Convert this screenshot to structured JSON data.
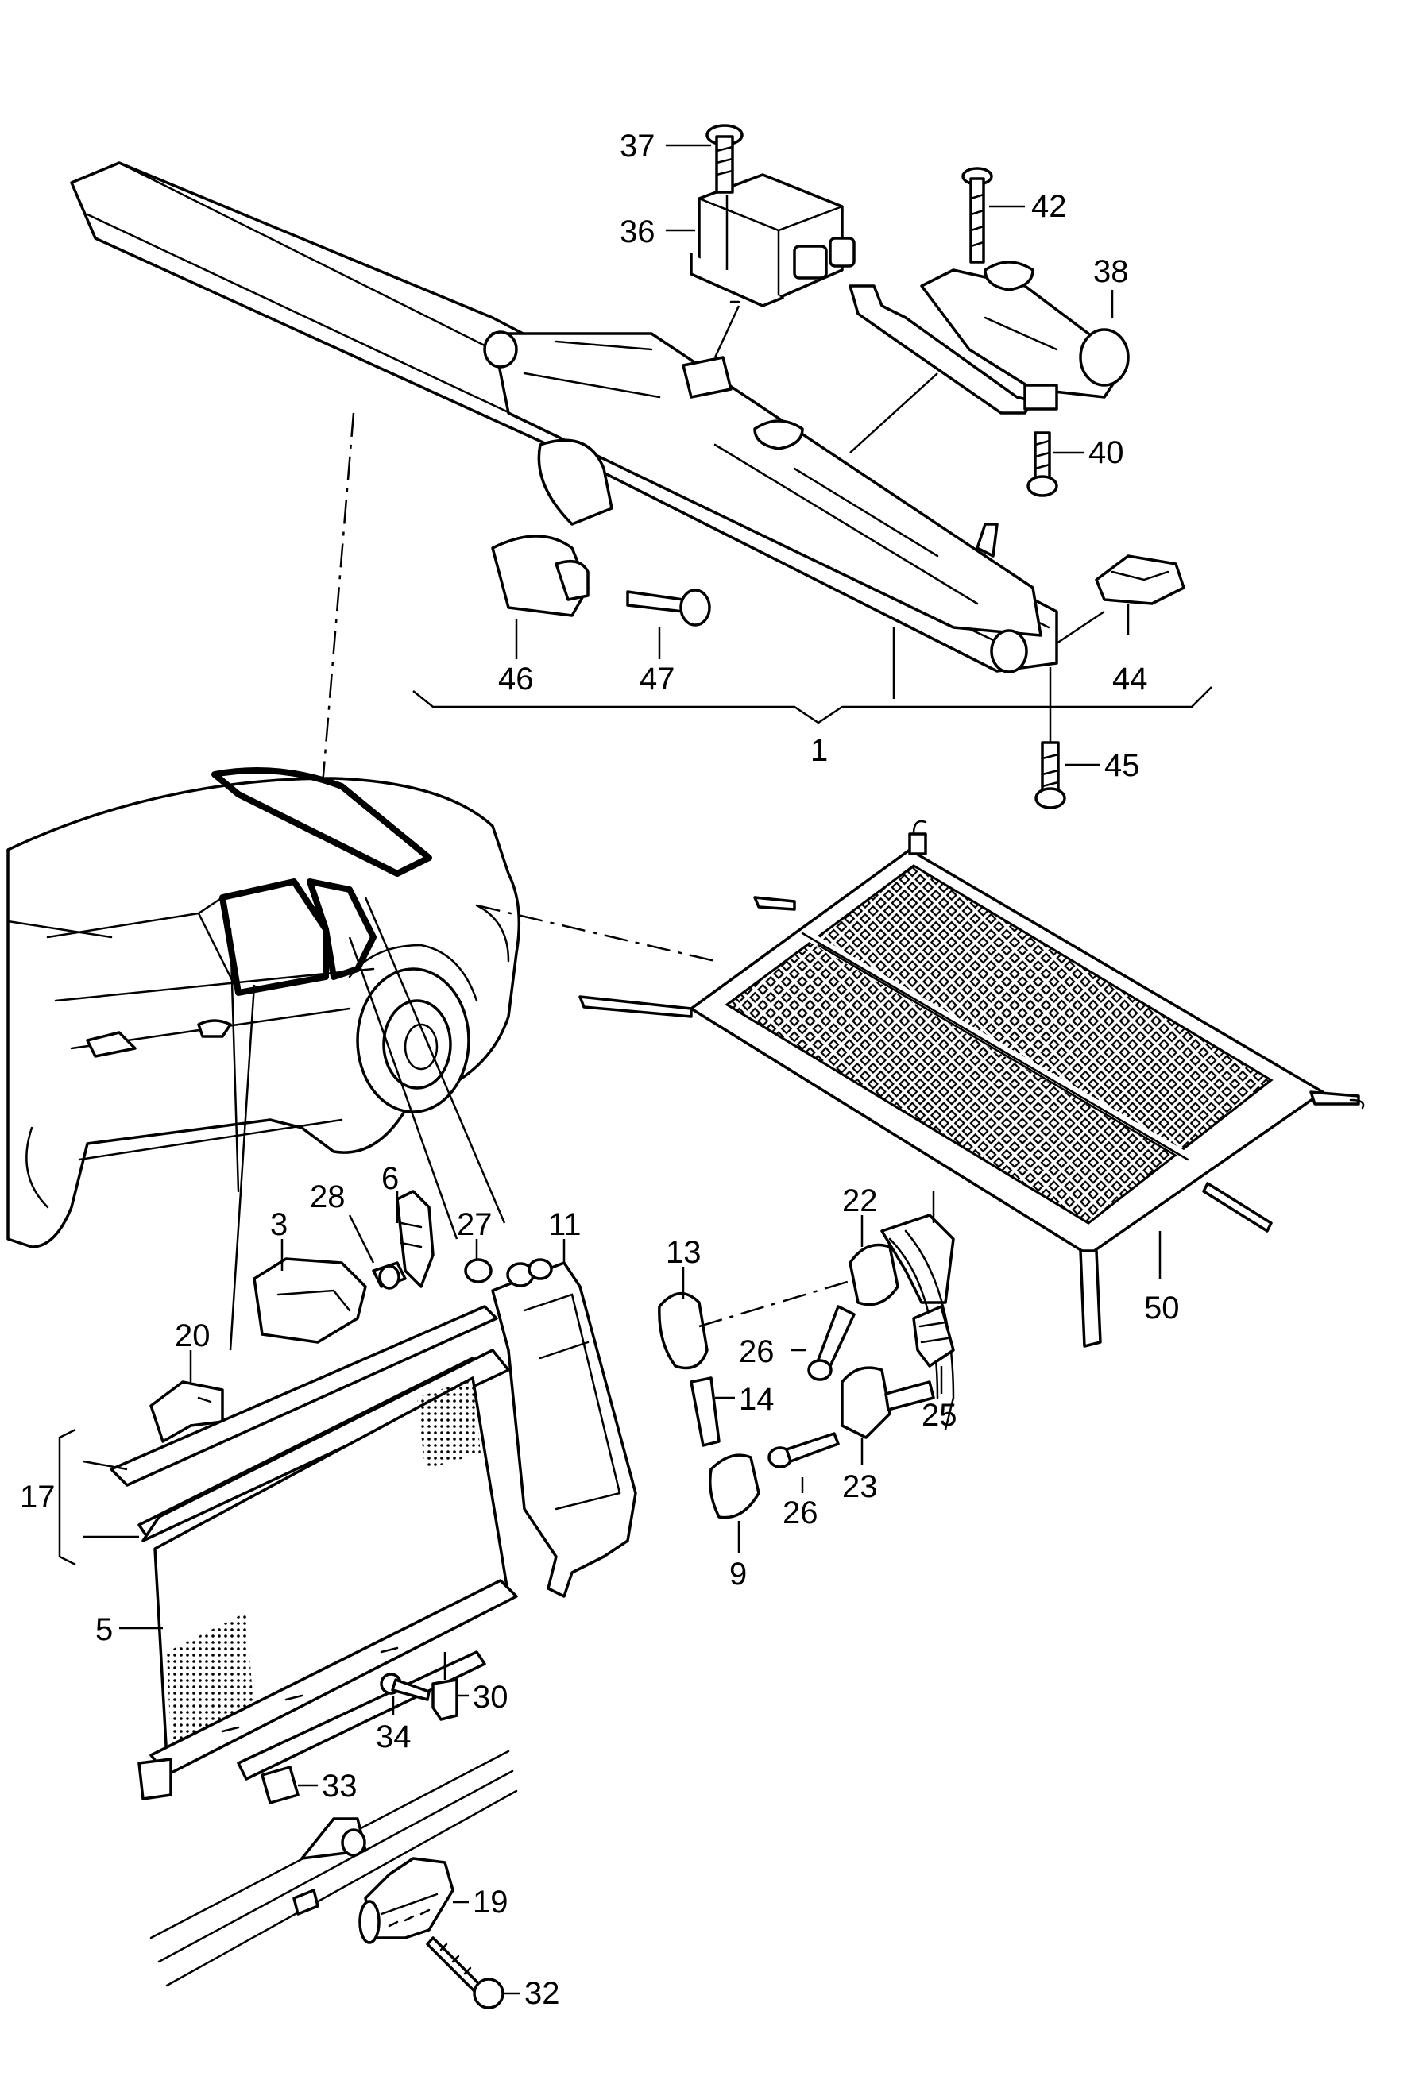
{
  "callouts": {
    "p1": "1",
    "p3": "3",
    "p5": "5",
    "p6": "6",
    "p9": "9",
    "p11": "11",
    "p13": "13",
    "p14": "14",
    "p17": "17",
    "p19": "19",
    "p20": "20",
    "p22": "22",
    "p23": "23",
    "p25": "25",
    "p26a": "26",
    "p26b": "26",
    "p27": "27",
    "p28": "28",
    "p30": "30",
    "p32": "32",
    "p33": "33",
    "p34": "34",
    "p36": "36",
    "p37": "37",
    "p38": "38",
    "p40": "40",
    "p42": "42",
    "p44": "44",
    "p45": "45",
    "p46": "46",
    "p47": "47",
    "p50": "50"
  }
}
